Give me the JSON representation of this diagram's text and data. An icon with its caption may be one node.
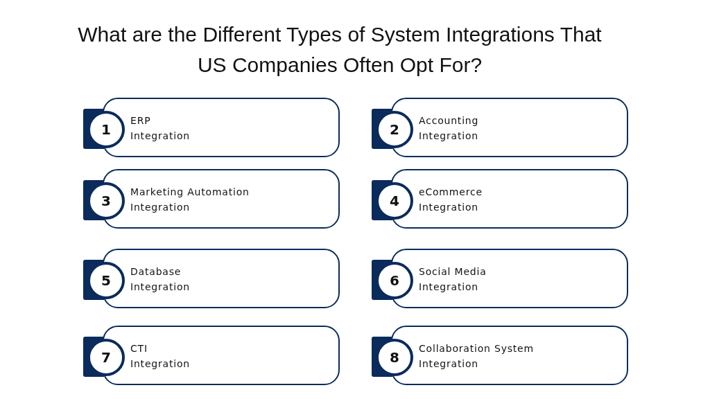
{
  "diagram": {
    "title": "What are the Different Types of System Integrations That US Companies Often Opt For?",
    "nodes": [
      {
        "text": [
          "1",
          "ERP Integration"
        ]
      },
      {
        "text": [
          "2",
          "Accounting Integration"
        ]
      },
      {
        "text": [
          "3",
          "Marketing Automation Integration"
        ]
      },
      {
        "text": [
          "4",
          "eCommerce Integration"
        ]
      },
      {
        "text": [
          "5",
          "Database Integration"
        ]
      },
      {
        "text": [
          "6",
          "Social Media Integration"
        ]
      },
      {
        "text": [
          "7",
          "CTI Integration"
        ]
      },
      {
        "text": [
          "8",
          "Collaboration System Integration"
        ]
      }
    ],
    "edges": []
  }
}
